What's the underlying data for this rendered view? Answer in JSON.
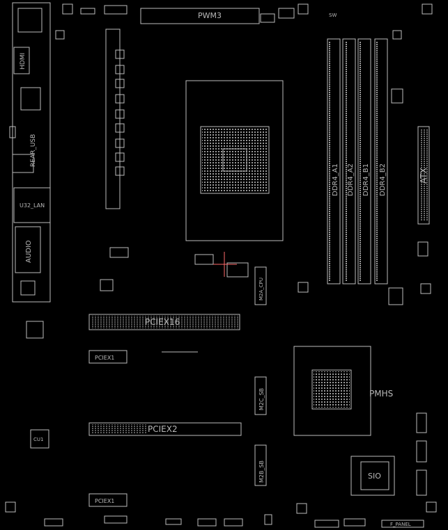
{
  "labels": {
    "pwm3": "PWM3",
    "pcie_x16": "PCIEX16",
    "pcie_x2": "PCIEX2",
    "pcie_x1_top": "PCIEX1",
    "pcie_x1_bottom": "PCIEX1",
    "ram_a1": "DDR4_A1",
    "ram_a2": "DDR4_A2",
    "ram_b1": "DDR4_B1",
    "ram_b2": "DDR4_B2",
    "atx": "ATX",
    "hdmi": "HDMI",
    "usb_lan": "U32_LAN",
    "audio": "AUDIO",
    "m2a_cpu": "M2A_CPU",
    "m2c_sb": "M2C_SB",
    "m2b_sb": "M2B_SB",
    "pmhs": "PMHS",
    "sio": "SIO",
    "cu1": "CU1",
    "f_panel": "F_PANEL",
    "sw": "SW",
    "rear_usb": "REAR_USB"
  },
  "colors": {
    "background": "#000000",
    "outline": "#bdbdbd",
    "crosshair": "#ff6a6a"
  }
}
